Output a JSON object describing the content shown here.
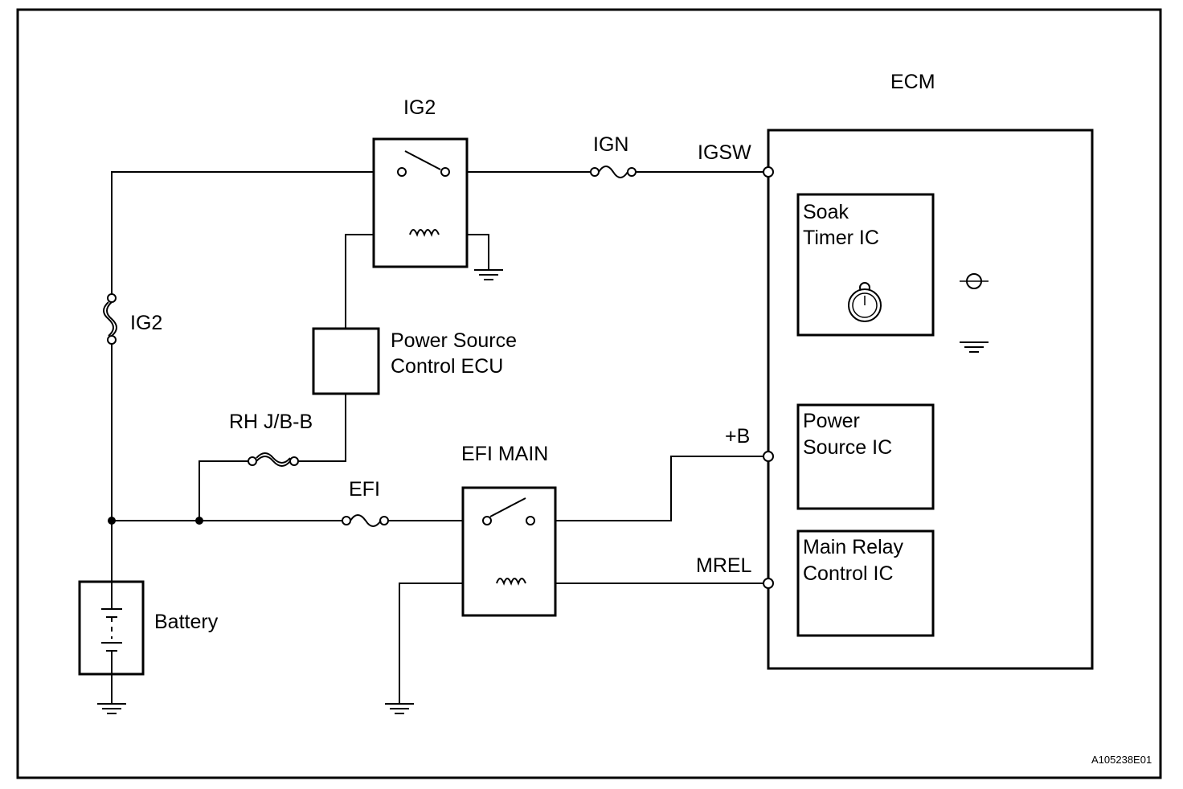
{
  "labels": {
    "ecm": "ECM",
    "ig2_relay": "IG2",
    "ign_fuse": "IGN",
    "igsw_terminal": "IGSW",
    "ig2_fuse": "IG2",
    "power_source_control_ecu_line1": "Power Source",
    "power_source_control_ecu_line2": "Control ECU",
    "rh_jb_fuse": "RH J/B-B",
    "efi_main_relay": "EFI MAIN",
    "efi_fuse": "EFI",
    "plus_b_terminal": "+B",
    "mrel_terminal": "MREL",
    "battery": "Battery",
    "soak_timer_line1": "Soak",
    "soak_timer_line2": "Timer IC",
    "power_source_ic_line1": "Power",
    "power_source_ic_line2": "Source IC",
    "main_relay_ic_line1": "Main Relay",
    "main_relay_ic_line2": "Control IC",
    "figure_id": "A105238E01"
  }
}
